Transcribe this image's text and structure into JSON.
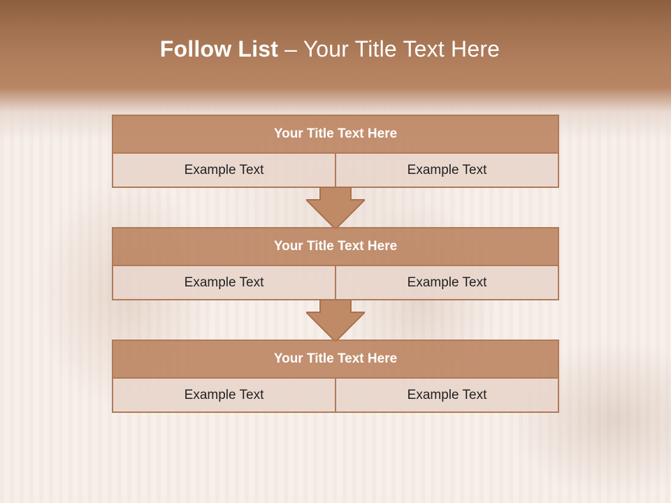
{
  "slide": {
    "title_bold": "Follow List",
    "title_rest": " – Your Title Text Here"
  },
  "blocks": [
    {
      "title": "Your Title Text Here",
      "left": "Example Text",
      "right": "Example Text"
    },
    {
      "title": "Your Title Text Here",
      "left": "Example Text",
      "right": "Example Text"
    },
    {
      "title": "Your Title Text Here",
      "left": "Example Text",
      "right": "Example Text"
    }
  ],
  "colors": {
    "header": "#a0704f",
    "block_title": "#b87f5a",
    "cell": "#e8d6cc",
    "arrow": "#c08a66"
  }
}
